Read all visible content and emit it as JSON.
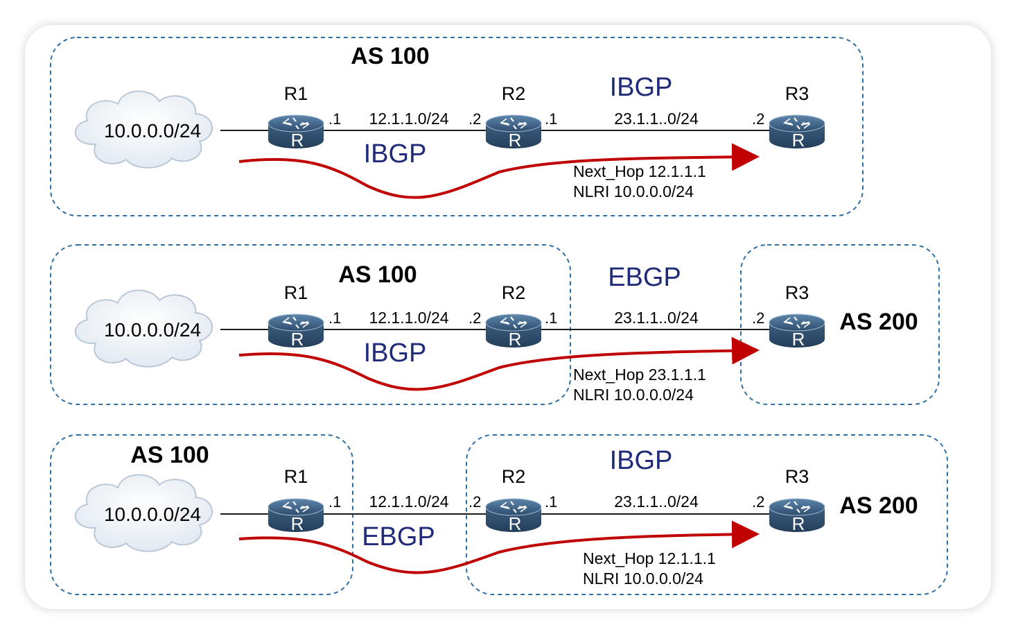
{
  "scenarios": [
    {
      "as_labels": [
        "AS 100"
      ],
      "top_protocol": "IBGP",
      "lower_protocol": "IBGP",
      "cloud_prefix": "10.0.0.0/24",
      "routers": [
        "R1",
        "R2",
        "R3"
      ],
      "subnet_a": "12.1.1.0/24",
      "subnet_b": "23.1.1..0/24",
      "ports": [
        ".1",
        ".2",
        ".1",
        ".2"
      ],
      "next_hop": "Next_Hop 12.1.1.1",
      "nlri": "NLRI 10.0.0.0/24"
    },
    {
      "as_labels": [
        "AS 100",
        "AS 200"
      ],
      "top_protocol": "EBGP",
      "lower_protocol": "IBGP",
      "cloud_prefix": "10.0.0.0/24",
      "routers": [
        "R1",
        "R2",
        "R3"
      ],
      "subnet_a": "12.1.1.0/24",
      "subnet_b": "23.1.1..0/24",
      "ports": [
        ".1",
        ".2",
        ".1",
        ".2"
      ],
      "next_hop": "Next_Hop 23.1.1.1",
      "nlri": "NLRI 10.0.0.0/24"
    },
    {
      "as_labels": [
        "AS 100",
        "AS 200"
      ],
      "top_protocol": "IBGP",
      "lower_protocol": "EBGP",
      "cloud_prefix": "10.0.0.0/24",
      "routers": [
        "R1",
        "R2",
        "R3"
      ],
      "subnet_a": "12.1.1.0/24",
      "subnet_b": "23.1.1..0/24",
      "ports": [
        ".1",
        ".2",
        ".1",
        ".2"
      ],
      "next_hop": "Next_Hop 12.1.1.1",
      "nlri": "NLRI 10.0.0.0/24"
    }
  ],
  "router_icon_letter": "R",
  "colors": {
    "boundary": "#2f6fa6",
    "flow_arrow": "#c00000",
    "protocol_text": "#1f2a78",
    "router_body": "#2e4d6e"
  }
}
